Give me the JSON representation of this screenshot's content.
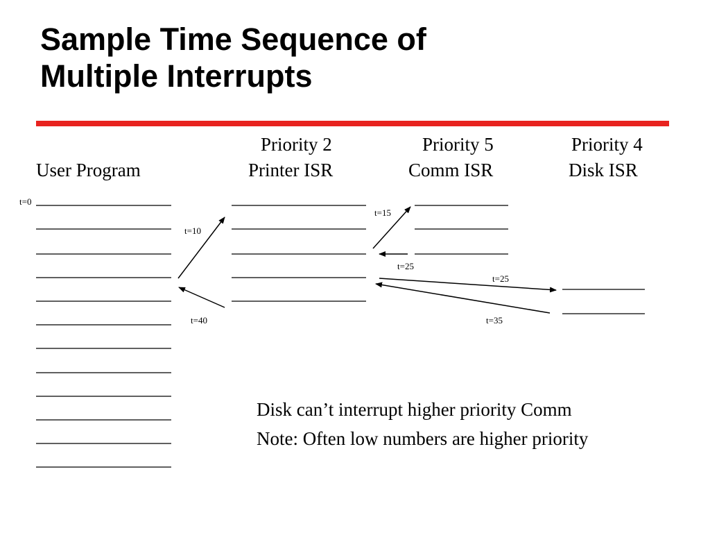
{
  "slide": {
    "title_line1": "Sample Time Sequence of",
    "title_line2": "Multiple Interrupts",
    "accent_color": "#e8231f"
  },
  "columns": {
    "user_program": {
      "label": "User Program"
    },
    "printer_isr": {
      "priority": "Priority 2",
      "label": "Printer ISR"
    },
    "comm_isr": {
      "priority": "Priority 5",
      "label": "Comm ISR"
    },
    "disk_isr": {
      "priority": "Priority 4",
      "label": "Disk ISR"
    }
  },
  "timeline": {
    "t0": "t=0",
    "t10": "t=10",
    "t15": "t=15",
    "t25_return": "t=25",
    "t25_disk": "t=25",
    "t35": "t=35",
    "t40": "t=40"
  },
  "notes": {
    "line1": "Disk can’t interrupt higher priority Comm",
    "line2": "Note: Often low numbers are higher priority"
  }
}
